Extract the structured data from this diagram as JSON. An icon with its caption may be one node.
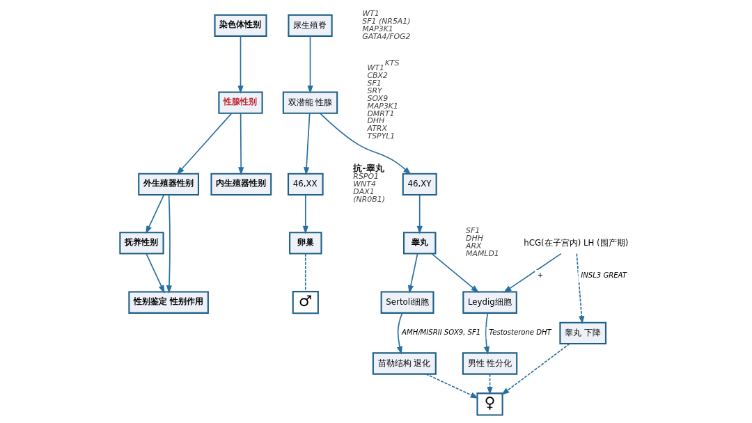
{
  "diagram": {
    "nodes": [
      {
        "text": [
          "染色体性别"
        ]
      },
      {
        "text": [
          "性腺性别"
        ]
      },
      {
        "text": [
          "外生殖器性别"
        ]
      },
      {
        "text": [
          "内生殖器性别"
        ]
      },
      {
        "text": [
          "抚养性别"
        ]
      },
      {
        "text": [
          "性别鉴定 性别作用"
        ]
      },
      {
        "text": [
          "尿生殖脊"
        ],
        "beside": [
          "WT1",
          "SF1 (NR5A1)",
          "MAP3K1",
          "GATA4/FOG2"
        ]
      },
      {
        "text": [
          "双潜能 性腺"
        ],
        "beside": [
          "WT1$^{KTS}$",
          "CBX2",
          "SF1",
          "SRY",
          "SOX9",
          "MAP3K1",
          "DMRT1",
          "DHH",
          "ATRX",
          "TSPYL1"
        ]
      },
      {
        "text": [
          "46,XX"
        ],
        "beside": [
          "抗-睾丸",
          "RSPO1",
          "WNT4",
          "DAX1",
          "(NR0B1)"
        ]
      },
      {
        "text": [
          "46,XY"
        ]
      },
      {
        "text": [
          "卵巢"
        ]
      },
      {
        "text": [
          "睾丸"
        ],
        "beside": [
          "SF1",
          "DHH",
          "ARX",
          "MAMLD1"
        ]
      },
      {
        "text": [
          "Sertoli细胞"
        ]
      },
      {
        "text": [
          "Leydig细胞"
        ]
      },
      {
        "text": [
          "苗勒结构 退化"
        ]
      },
      {
        "text": [
          "男性 性分化"
        ]
      },
      {
        "text": [
          "睾丸 下降"
        ]
      },
      {
        "text": [
          "♂"
        ]
      },
      {
        "text": [
          "♀"
        ]
      },
      {
        "text": [
          "hCG(在子宫内) LH (围产期)"
        ]
      }
    ],
    "edges": [
      {
        "from": 0,
        "to": 1,
        "arrow": "to"
      },
      {
        "from": 1,
        "to": 2,
        "arrow": "to"
      },
      {
        "from": 1,
        "to": 3,
        "arrow": "to"
      },
      {
        "from": 2,
        "to": 4,
        "arrow": "to"
      },
      {
        "from": 2,
        "to": 5,
        "arrow": "to"
      },
      {
        "from": 4,
        "to": 5,
        "arrow": "to"
      },
      {
        "from": 6,
        "to": 7,
        "arrow": "to"
      },
      {
        "from": 7,
        "to": 8,
        "arrow": "to"
      },
      {
        "from": 7,
        "to": 9,
        "arrow": "to"
      },
      {
        "from": 8,
        "to": 10,
        "arrow": "to"
      },
      {
        "from": 9,
        "to": 11,
        "arrow": "to"
      },
      {
        "from": 11,
        "to": 12,
        "arrow": "to"
      },
      {
        "from": 11,
        "to": 13,
        "arrow": "to"
      },
      {
        "from": 19,
        "to": 13,
        "arrow": "to",
        "label": "+"
      },
      {
        "from": 12,
        "to": 14,
        "arrow": "to",
        "label": "AMH/MISRII SOX9, SF1"
      },
      {
        "from": 13,
        "to": 15,
        "arrow": "to",
        "label": "Testosterone DHT"
      },
      {
        "from": 19,
        "to": 16,
        "arrow": "to",
        "label": "INSL3 GREAT",
        "style": "dashed"
      },
      {
        "from": 10,
        "to": 17,
        "arrow": "none",
        "style": "dashed"
      },
      {
        "from": 14,
        "to": 18,
        "arrow": "to",
        "style": "dashed"
      },
      {
        "from": 15,
        "to": 18,
        "arrow": "to",
        "style": "dashed"
      },
      {
        "from": 16,
        "to": 18,
        "arrow": "to",
        "style": "dashed"
      }
    ]
  }
}
